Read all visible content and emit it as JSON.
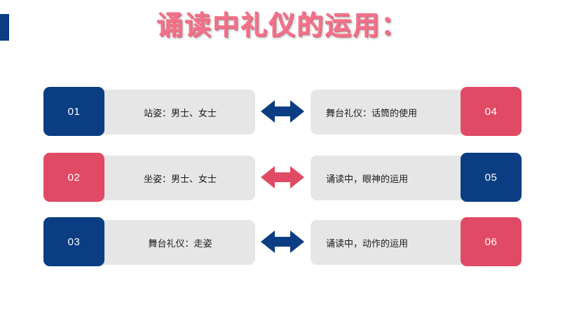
{
  "slide": {
    "title": "诵读中礼仪的运用：",
    "accent_color": "#0A3D82",
    "title_color": "#F2728A",
    "panel_color": "#E6E6E6",
    "blue": "#0A3D82",
    "pink": "#E04A64"
  },
  "rows": [
    {
      "left_number": "01",
      "left_number_color": "#0A3D82",
      "left_text": "站姿：男士、女士",
      "arrow_color": "#0A3D82",
      "right_text": "舞台礼仪：话筒的使用",
      "right_number": "04",
      "right_number_color": "#E04A64"
    },
    {
      "left_number": "02",
      "left_number_color": "#E04A64",
      "left_text": "坐姿：男士、女士",
      "arrow_color": "#E04A64",
      "right_text": "诵读中，眼神的运用",
      "right_number": "05",
      "right_number_color": "#0A3D82"
    },
    {
      "left_number": "03",
      "left_number_color": "#0A3D82",
      "left_text": "舞台礼仪：走姿",
      "arrow_color": "#0A3D82",
      "right_text": "诵读中，动作的运用",
      "right_number": "06",
      "right_number_color": "#E04A64"
    }
  ]
}
